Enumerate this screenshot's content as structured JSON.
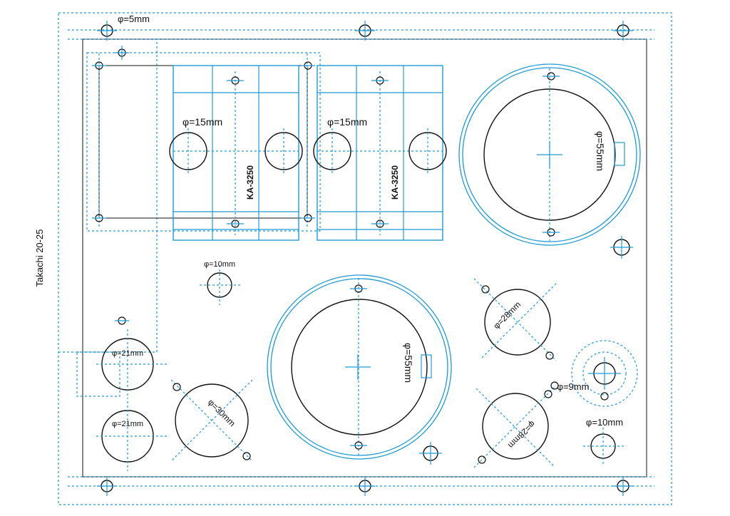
{
  "side_label": "Takachi 20-25",
  "labels": {
    "hole_5mm": "φ=5mm",
    "tube_hole_1": "φ=15mm",
    "tube_hole_2": "φ=15mm",
    "cap_large_1": "φ=55mm",
    "cap_large_2": "φ=55mm",
    "hole_10mm_top": "φ=10mm",
    "hole_10mm_right": "φ=10mm",
    "hole_21mm_1": "φ=21mm",
    "hole_21mm_2": "φ=21mm",
    "hole_30mm": "φ=30mm",
    "hole_28mm_1": "φ=28mm",
    "hole_28mm_2": "φ=28mm",
    "hole_9mm": "φ=9mm"
  },
  "transformers": [
    {
      "model": "KA-3250"
    },
    {
      "model": "KA-3250"
    }
  ],
  "colors": {
    "outline": "#111111",
    "accent": "#1e9bd7",
    "background": "#ffffff"
  }
}
